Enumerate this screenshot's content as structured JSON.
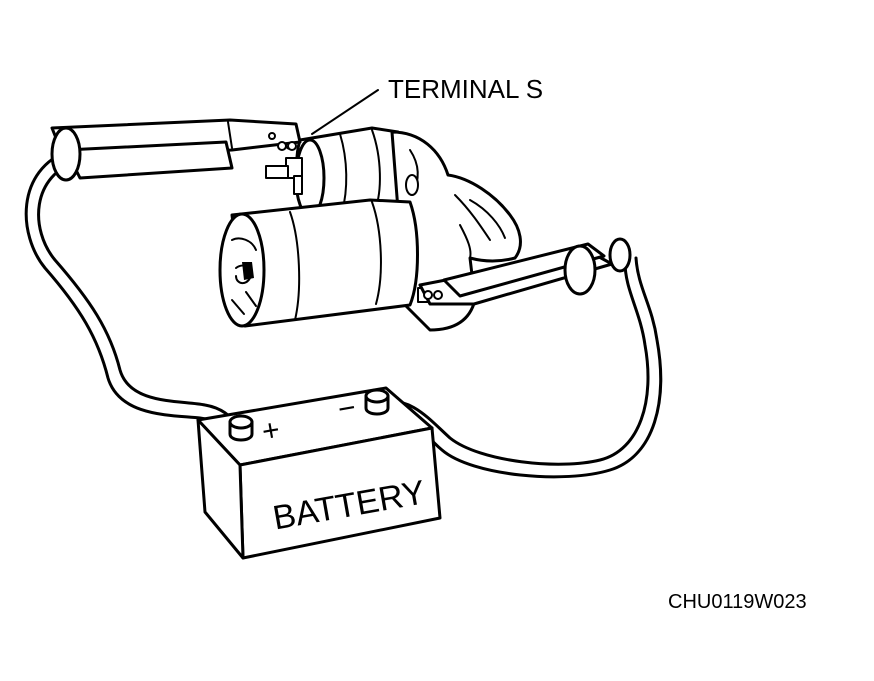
{
  "labels": {
    "terminal": "TERMINAL S",
    "battery": "BATTERY",
    "positive_sign": "+",
    "negative_sign": "−",
    "figure_code": "CHU0119W023"
  },
  "colors": {
    "line": "#000000",
    "background": "#ffffff"
  }
}
